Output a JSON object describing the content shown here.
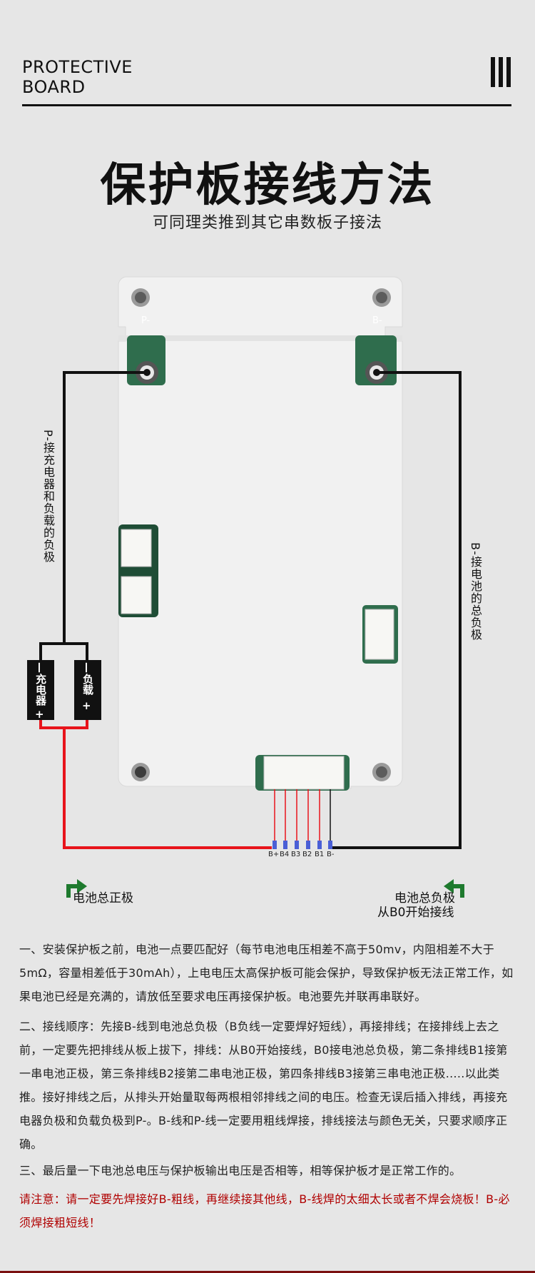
{
  "header": {
    "brand_line1": "PROTECTIVE",
    "brand_line2": "BOARD",
    "icon": "three-bars-icon"
  },
  "title": "保护板接线方法",
  "subtitle": "可同理类推到其它串数板子接法",
  "diagram": {
    "left_label": "P-接充电器和负载的负极",
    "right_label": "B-接电池的总负极",
    "charger_box": "充电器",
    "load_box": "负载",
    "minus": "—",
    "plus": "+",
    "pad_left": "P-",
    "pad_right": "B-",
    "pins": [
      "B+",
      "B4",
      "B3",
      "B2",
      "B1",
      "B-"
    ],
    "left_corner": "电池总正极",
    "right_corner_line1": "电池总负极",
    "right_corner_line2": "从B0开始接线",
    "colors": {
      "positive": "#e8141b",
      "negative": "#111111",
      "board": "#f1f1f1",
      "pcb": "#2f6d4d"
    }
  },
  "paragraphs": [
    "一、安装保护板之前，电池一点要匹配好（每节电池电压相差不高于50mv，内阻相差不大于5mΩ，容量相差低于30mAh），上电电压太高保护板可能会保护，导致保护板无法正常工作，如果电池已经是充满的，请放低至要求电压再接保护板。电池要先并联再串联好。",
    "二、接线顺序：先接B-线到电池总负极（B负线一定要焊好短线），再接排线；在接排线上去之前，一定要先把排线从板上拔下，排线：从B0开始接线，B0接电池总负极，第二条排线B1接第一串电池正极，第三条排线B2接第二串电池正极，第四条排线B3接第三串电池正极.....以此类推。接好排线之后，从排头开始量取每两根相邻排线之间的电压。检查无误后插入排线，再接充电器负极和负载负极到P-。B-线和P-线一定要用粗线焊接，排线接法与颜色无关，只要求顺序正确。",
    "三、最后量一下电池总电压与保护板输出电压是否相等，相等保护板才是正常工作的。"
  ],
  "warning": "请注意：请一定要先焊接好B-粗线，再继续接其他线，B-线焊的太细太长或者不焊会烧板！B-必须焊接粗短线！"
}
